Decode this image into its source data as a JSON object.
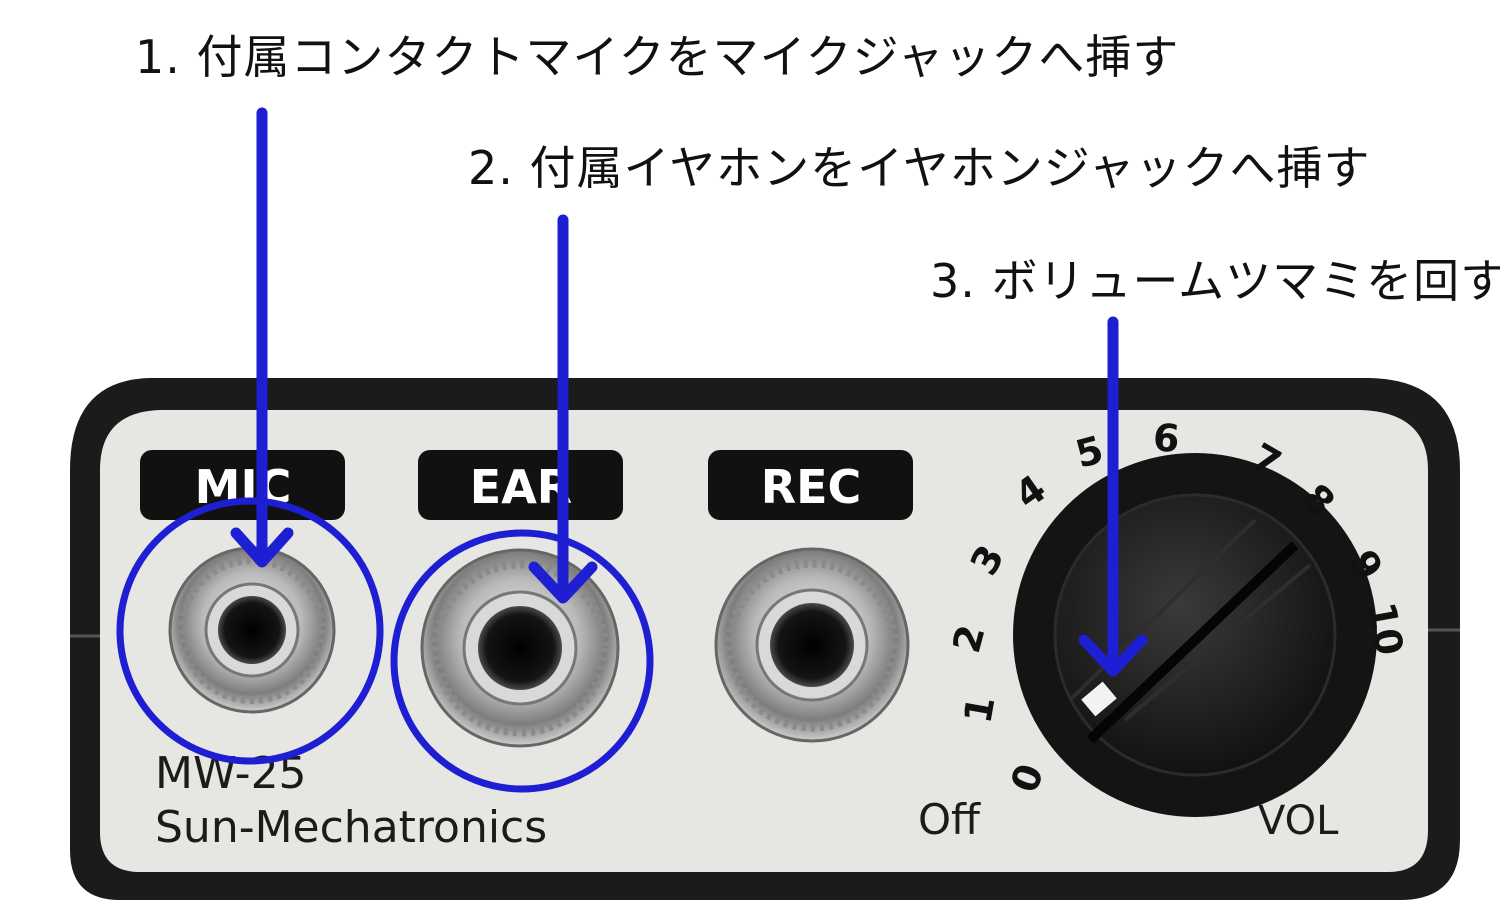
{
  "instructions": {
    "step1": "1. 付属コンタクトマイクをマイクジャックへ挿す",
    "step2": "2. 付属イヤホンをイヤホンジャックへ挿す",
    "step3": "3. ボリュームツマミを回す"
  },
  "device": {
    "jack_labels": {
      "mic": "MIC",
      "ear": "EAR",
      "rec": "REC"
    },
    "model": "MW-25",
    "brand": "Sun-Mechatronics",
    "knob": {
      "off_label": "Off",
      "vol_label": "VOL",
      "scale": [
        "0",
        "1",
        "2",
        "3",
        "4",
        "5",
        "6",
        "7",
        "8",
        "9",
        "10"
      ]
    }
  },
  "colors": {
    "annotation": "#1e1ed2",
    "panel": "#e6e6e2",
    "frame": "#1b1b1b",
    "label_bg": "#111111",
    "label_text": "#ffffff"
  }
}
